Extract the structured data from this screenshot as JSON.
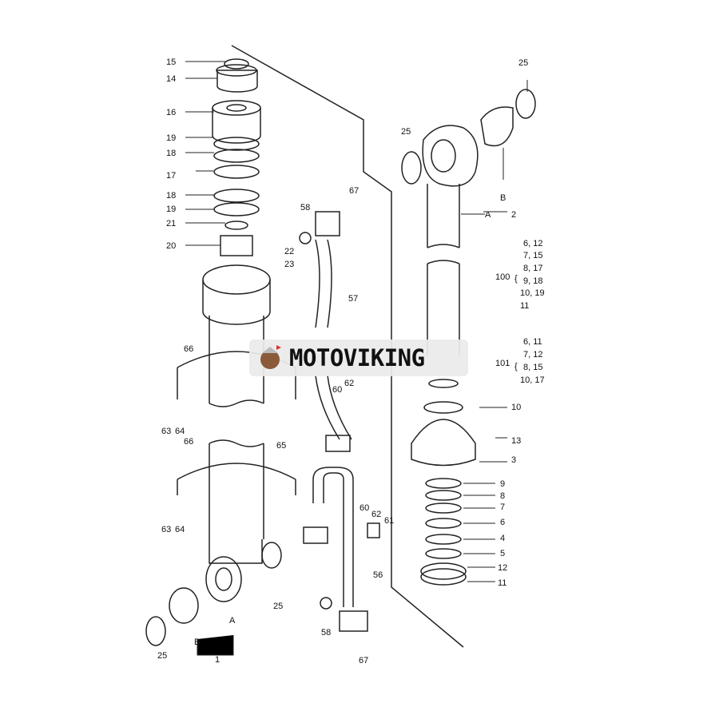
{
  "watermark": {
    "brand": "MOTOVIKING"
  },
  "labels": [
    "15",
    "14",
    "16",
    "19",
    "18",
    "17",
    "18",
    "19",
    "21",
    "20",
    "22",
    "23",
    "58",
    "67",
    "57",
    "66",
    "63",
    "64",
    "66",
    "65",
    "63",
    "64",
    "60",
    "62",
    "60",
    "62",
    "61",
    "56",
    "58",
    "67",
    "25",
    "25",
    "B",
    "A",
    "1",
    "25",
    "25",
    "B",
    "A",
    "2",
    "10",
    "13",
    "3",
    "9",
    "8",
    "7",
    "6",
    "4",
    "5",
    "12",
    "11"
  ],
  "group100": {
    "id": "100",
    "items": [
      "6, 12",
      "7, 15",
      "8, 17",
      "9, 18",
      "10, 19",
      "11"
    ]
  },
  "group101": {
    "id": "101",
    "items": [
      "6, 11",
      "7, 12",
      "8, 15",
      "10, 17"
    ]
  }
}
